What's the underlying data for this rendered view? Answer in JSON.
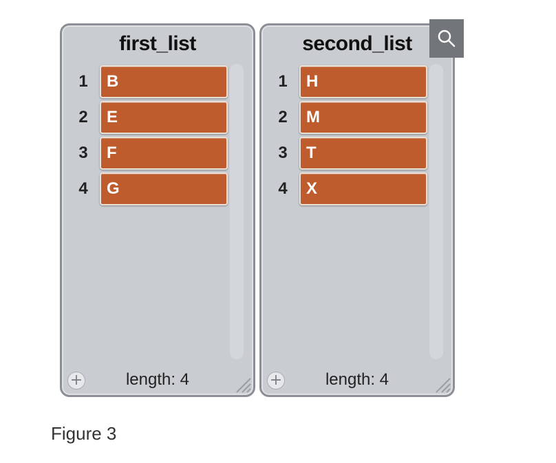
{
  "lists": [
    {
      "title": "first_list",
      "items": [
        {
          "index": "1",
          "value": "B"
        },
        {
          "index": "2",
          "value": "E"
        },
        {
          "index": "3",
          "value": "F"
        },
        {
          "index": "4",
          "value": "G"
        }
      ],
      "length_label": "length: 4",
      "add_symbol": "+"
    },
    {
      "title": "second_list",
      "items": [
        {
          "index": "1",
          "value": "H"
        },
        {
          "index": "2",
          "value": "M"
        },
        {
          "index": "3",
          "value": "T"
        },
        {
          "index": "4",
          "value": "X"
        }
      ],
      "length_label": "length: 4",
      "add_symbol": "+"
    }
  ],
  "caption": "Figure 3",
  "icons": {
    "magnify": "search-icon",
    "resize": "resize-handle-icon",
    "add": "add-item-icon"
  },
  "colors": {
    "item_fill": "#be5c2e",
    "panel_bg": "#c9ccd0",
    "magnify_bg": "#727579"
  }
}
